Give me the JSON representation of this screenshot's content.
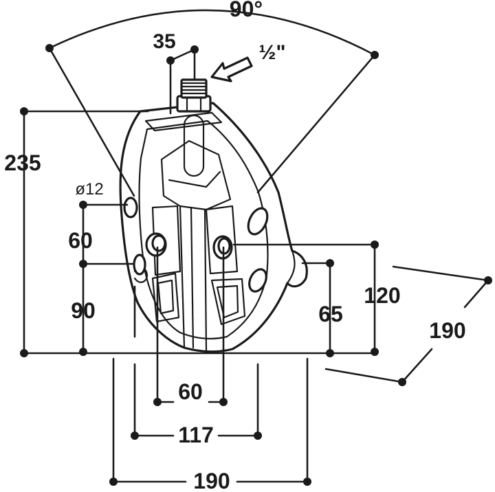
{
  "labels": {
    "angle": "90°",
    "thread_spacing": "35",
    "thread_size": "½\"",
    "overall_height": "235",
    "hole_diameter": "ø12",
    "hole_spacing_vertical": "60",
    "lower_hole_height": "90",
    "right_height_inner": "65",
    "right_height_outer": "120",
    "depth": "190",
    "bottom_inner_width": "60",
    "bottom_mid_width": "117",
    "bottom_overall_width": "190"
  }
}
